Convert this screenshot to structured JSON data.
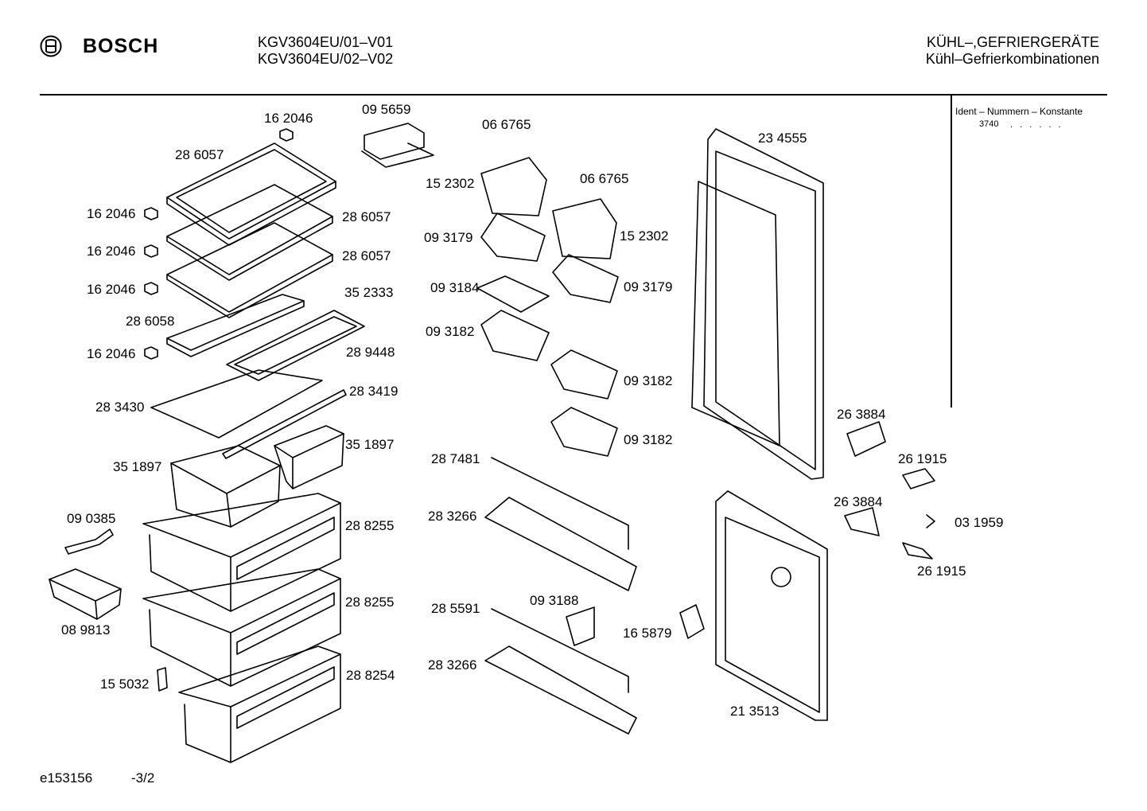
{
  "header": {
    "brand": "BOSCH",
    "model_lines": [
      "KGV3604EU/01–V01",
      "KGV3604EU/02–V02"
    ],
    "category_lines": [
      "KÜHL–,GEFRIERGERÄTE",
      "Kühl–Gefrierkombinationen"
    ]
  },
  "ident": {
    "label": "Ident – Nummern – Konstante",
    "value": "3740",
    "dots": ". . . . . ."
  },
  "footer": {
    "figure_id": "e153156",
    "page": "-3/2"
  },
  "part_labels": [
    "16 2046",
    "09 5659",
    "06 6765",
    "28 6057",
    "15 2302",
    "06 6765",
    "23 4555",
    "16 2046",
    "28 6057",
    "09 3179",
    "15 2302",
    "16 2046",
    "28 6057",
    "16 2046",
    "35 2333",
    "09 3184",
    "09 3179",
    "28 6058",
    "28 9448",
    "09 3182",
    "16 2046",
    "09 3182",
    "28 3419",
    "28 3430",
    "26 3884",
    "09 3182",
    "35 1897",
    "35 1897",
    "28 7481",
    "26 1915",
    "09 0385",
    "28 3266",
    "26 3884",
    "28 8255",
    "03 1959",
    "26 1915",
    "28 8255",
    "09 3188",
    "28 5591",
    "16 5879",
    "08 9813",
    "28 3266",
    "28 8254",
    "15 5032",
    "21 3513"
  ]
}
